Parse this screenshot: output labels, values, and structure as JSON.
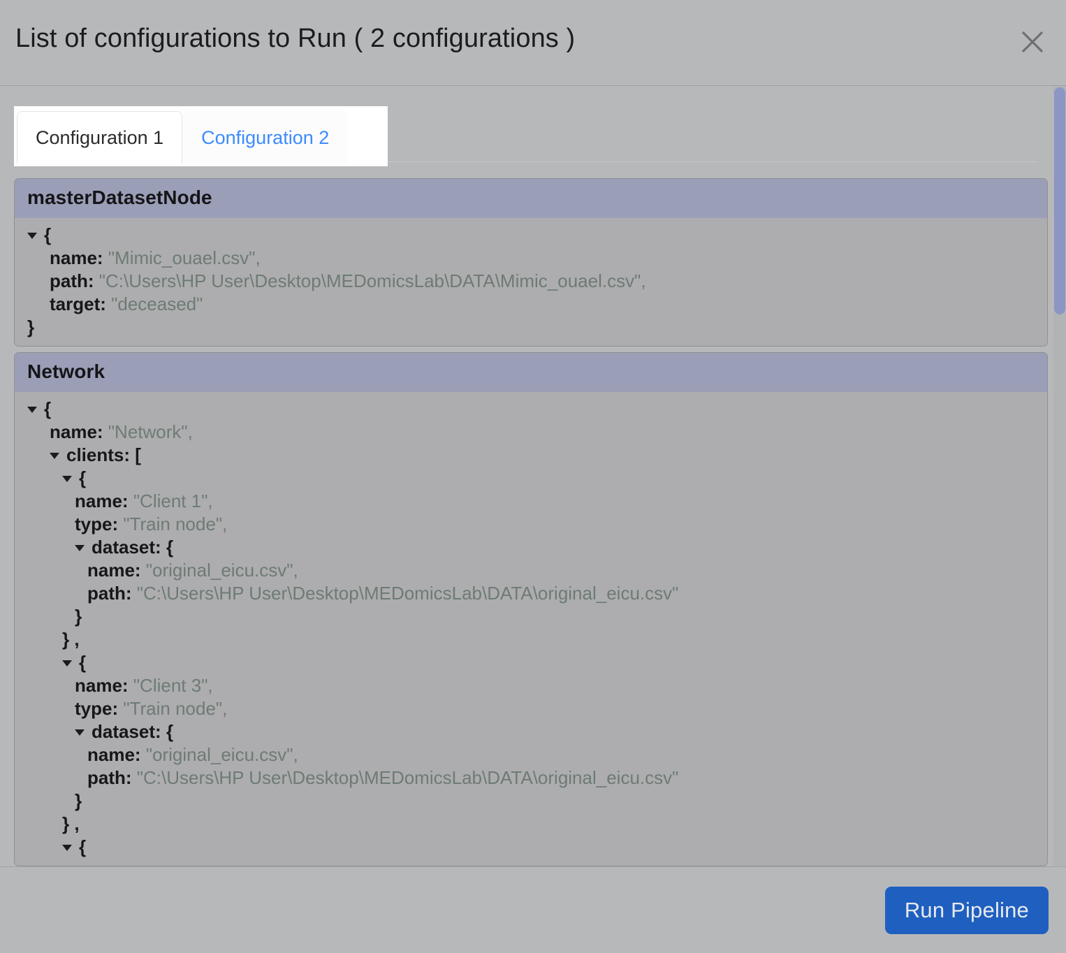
{
  "dialog": {
    "title": "List of configurations to Run ( 2 configurations )",
    "close_icon": "close-icon"
  },
  "tabs": [
    {
      "label": "Configuration 1",
      "active": true
    },
    {
      "label": "Configuration 2",
      "active": false
    }
  ],
  "panels": [
    {
      "header": "masterDatasetNode",
      "lines": [
        {
          "indent": 0,
          "caret": true,
          "text": "{"
        },
        {
          "indent": 1,
          "caret": false,
          "key": "name:",
          "value": "\"Mimic_ouael.csv\","
        },
        {
          "indent": 1,
          "caret": false,
          "key": "path:",
          "value": "\"C:\\Users\\HP User\\Desktop\\MEDomicsLab\\DATA\\Mimic_ouael.csv\","
        },
        {
          "indent": 1,
          "caret": false,
          "key": "target:",
          "value": "\"deceased\""
        },
        {
          "indent": 0,
          "caret": false,
          "text": "}"
        }
      ]
    },
    {
      "header": "Network",
      "lines": [
        {
          "indent": 0,
          "caret": true,
          "text": "{"
        },
        {
          "indent": 1,
          "caret": false,
          "key": "name:",
          "value": "\"Network\","
        },
        {
          "indent": 1,
          "caret": true,
          "key": "clients:",
          "value": "["
        },
        {
          "indent": 2,
          "caret": true,
          "text": "{"
        },
        {
          "indent": 3,
          "caret": false,
          "key": "name:",
          "value": "\"Client 1\","
        },
        {
          "indent": 3,
          "caret": false,
          "key": "type:",
          "value": "\"Train node\","
        },
        {
          "indent": 3,
          "caret": true,
          "key": "dataset:",
          "value": "{"
        },
        {
          "indent": 4,
          "caret": false,
          "key": "name:",
          "value": "\"original_eicu.csv\","
        },
        {
          "indent": 4,
          "caret": false,
          "key": "path:",
          "value": "\"C:\\Users\\HP User\\Desktop\\MEDomicsLab\\DATA\\original_eicu.csv\""
        },
        {
          "indent": 3,
          "caret": false,
          "text": "}"
        },
        {
          "indent": 2,
          "caret": false,
          "text": "} ,"
        },
        {
          "indent": 2,
          "caret": true,
          "text": "{"
        },
        {
          "indent": 3,
          "caret": false,
          "key": "name:",
          "value": "\"Client 3\","
        },
        {
          "indent": 3,
          "caret": false,
          "key": "type:",
          "value": "\"Train node\","
        },
        {
          "indent": 3,
          "caret": true,
          "key": "dataset:",
          "value": "{"
        },
        {
          "indent": 4,
          "caret": false,
          "key": "name:",
          "value": "\"original_eicu.csv\","
        },
        {
          "indent": 4,
          "caret": false,
          "key": "path:",
          "value": "\"C:\\Users\\HP User\\Desktop\\MEDomicsLab\\DATA\\original_eicu.csv\""
        },
        {
          "indent": 3,
          "caret": false,
          "text": "}"
        },
        {
          "indent": 2,
          "caret": false,
          "text": "} ,"
        },
        {
          "indent": 2,
          "caret": true,
          "text": "{"
        }
      ]
    }
  ],
  "footer": {
    "run_button_label": "Run Pipeline"
  },
  "colors": {
    "background": "#b7b8ba",
    "panel_header": "#9b9eb7",
    "panel_body": "#adadaf",
    "accent_blue": "#1f5fc0",
    "tab_inactive_text": "#3d8bfd",
    "json_value": "#6e7b74",
    "scrollbar_thumb": "#8d95c4"
  }
}
